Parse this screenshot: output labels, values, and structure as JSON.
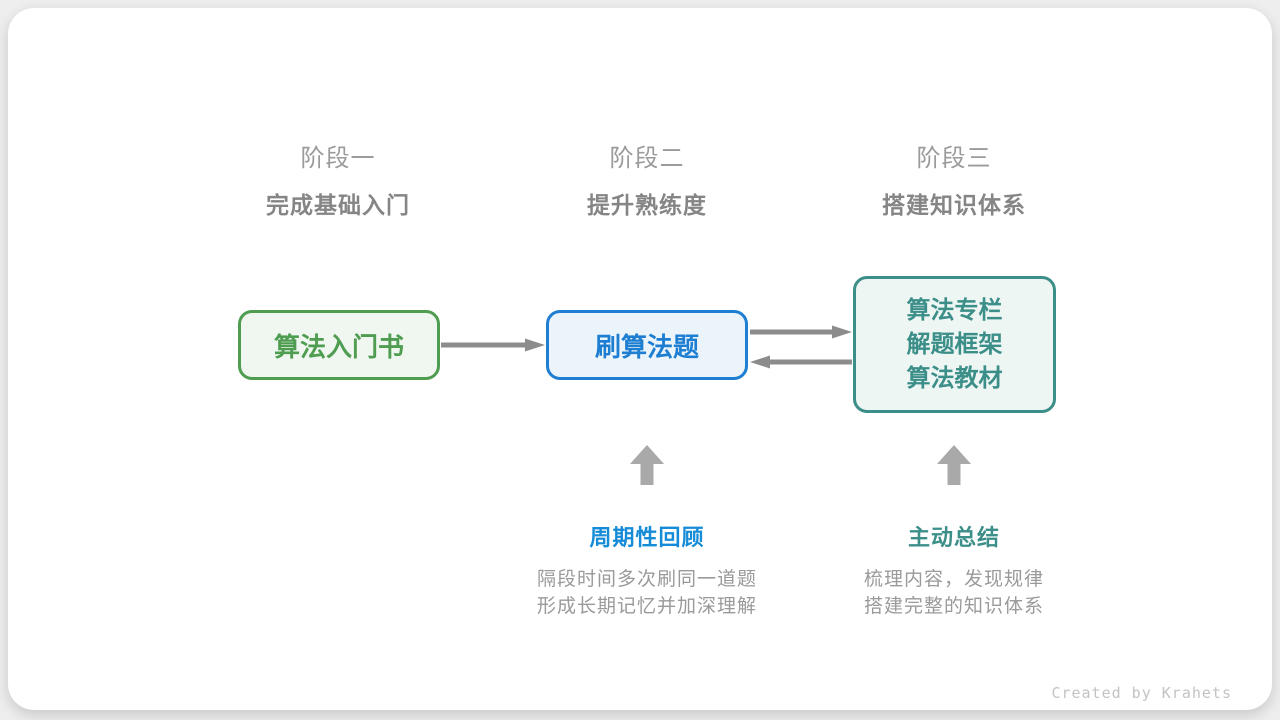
{
  "diagram": {
    "title_implicit": "",
    "stages": [
      {
        "label": "阶段一",
        "subtitle": "完成基础入门"
      },
      {
        "label": "阶段二",
        "subtitle": "提升熟练度"
      },
      {
        "label": "阶段三",
        "subtitle": "搭建知识体系"
      }
    ],
    "nodes": [
      {
        "id": "algorithm-intro-book",
        "lines": [
          "算法入门书"
        ],
        "color": "#4f9d51",
        "bg": "#f0f7f0"
      },
      {
        "id": "practice-problems",
        "lines": [
          "刷算法题"
        ],
        "color": "#1e7fd2",
        "bg": "#ecf4fb"
      },
      {
        "id": "knowledge-resources",
        "lines": [
          "算法专栏",
          "解题框架",
          "算法教材"
        ],
        "color": "#3c8e89",
        "bg": "#eef6f4"
      }
    ],
    "connectors": [
      {
        "from": "algorithm-intro-book",
        "to": "practice-problems",
        "direction": "right"
      },
      {
        "from": "practice-problems",
        "to": "knowledge-resources",
        "direction": "right"
      },
      {
        "from": "knowledge-resources",
        "to": "practice-problems",
        "direction": "left"
      }
    ],
    "annotations": [
      {
        "title": "周期性回顾",
        "color": "#168bd8",
        "target": "practice-problems",
        "lines": [
          "隔段时间多次刷同一道题",
          "形成长期记忆并加深理解"
        ]
      },
      {
        "title": "主动总结",
        "color": "#3c8e89",
        "target": "knowledge-resources",
        "lines": [
          "梳理内容，发现规律",
          "搭建完整的知识体系"
        ]
      }
    ]
  },
  "footer": {
    "credit": "Created by Krahets"
  },
  "colors": {
    "page_background": "#eeeeee",
    "card_background": "#ffffff",
    "green": "#4f9d51",
    "blue": "#1e7fd2",
    "label_blue": "#168bd8",
    "teal": "#3c8e89",
    "connector_gray": "#8c8c8c",
    "up_arrow_gray": "#a9a9a9",
    "stage_label_gray": "#9b9b9b",
    "stage_subtitle_gray": "#858585",
    "description_gray": "#9a9a9a",
    "credit_gray": "#c3c3c3"
  }
}
